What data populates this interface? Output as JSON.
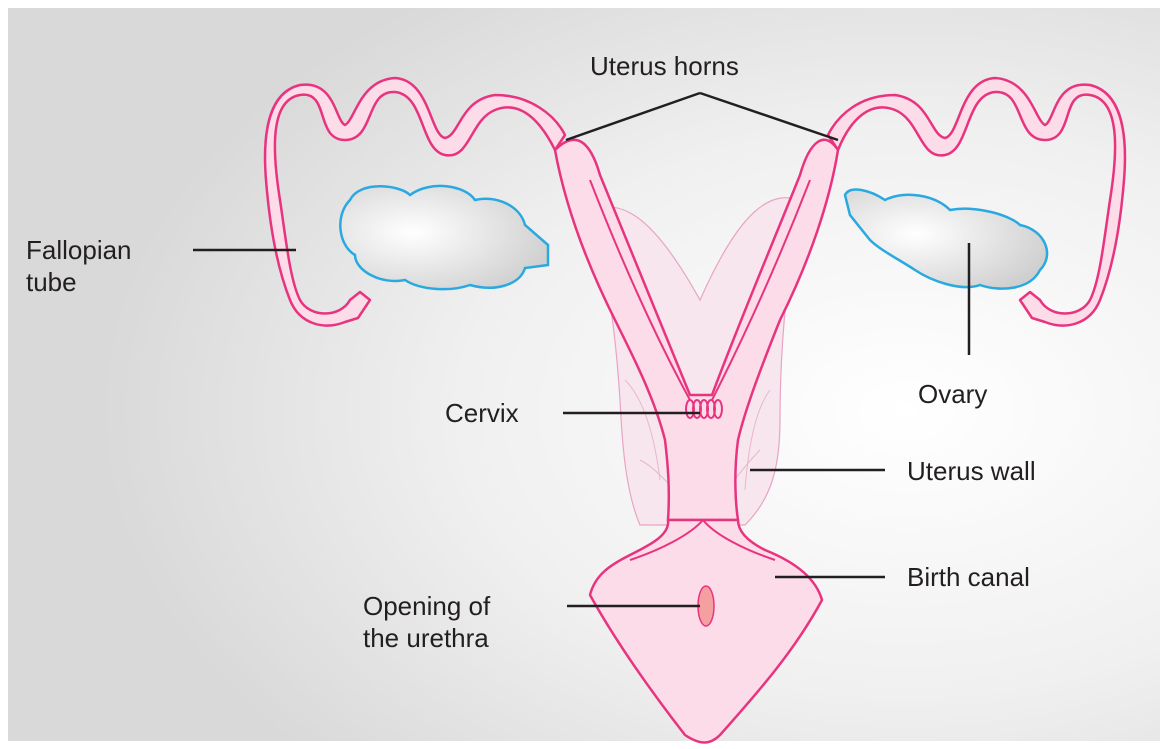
{
  "labels": {
    "uterus_horns": "Uterus horns",
    "fallopian_tube": [
      "Fallopian",
      "tube"
    ],
    "ovary": "Ovary",
    "cervix": "Cervix",
    "uterus_wall": "Uterus wall",
    "birth_canal": "Birth canal",
    "urethra_opening": [
      "Opening of",
      "the urethra"
    ]
  },
  "colors": {
    "tissue_outline": "#e8347f",
    "tissue_fill": "#fbdce8",
    "ovary_outline": "#29a9e0",
    "leader_line": "#231f20",
    "urethra_fill": "#f4a0a0"
  }
}
